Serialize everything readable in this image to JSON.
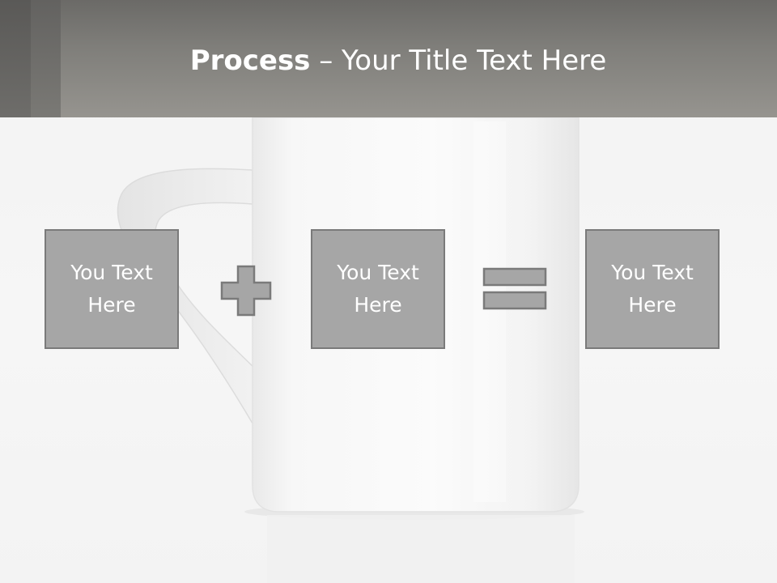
{
  "header": {
    "title_bold": "Process",
    "title_rest": " – Your Title Text Here"
  },
  "process": {
    "steps": [
      {
        "text": "You Text Here"
      },
      {
        "text": "You Text Here"
      },
      {
        "text": "You Text Here"
      }
    ],
    "operators": [
      "plus-icon",
      "equals-icon"
    ]
  },
  "colors": {
    "header_bar": "#7f7e7a",
    "box_fill": "#a6a6a6",
    "box_border": "#7a7a7a",
    "text": "#ffffff"
  }
}
